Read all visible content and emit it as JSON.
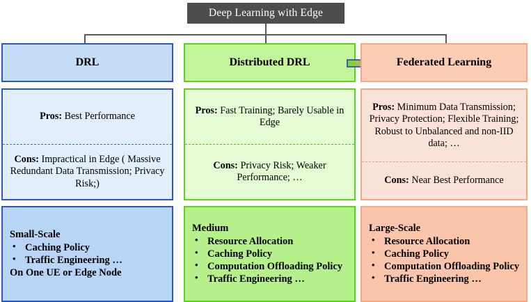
{
  "diagram": {
    "root": {
      "label": "Deep Learning with Edge",
      "fill": "#4d4d4d",
      "text_color": "#ffffff"
    },
    "connector_color": "#595959",
    "arrow": {
      "name": "transition-arrow",
      "from": "Distributed DRL",
      "to": "Federated Learning",
      "outline_color": "#2b4fd6",
      "gradient_from": "#6ee016",
      "gradient_to": "#d6a863"
    },
    "columns": [
      {
        "id": "drl",
        "title": "DRL",
        "accent": "#2b57c4",
        "fill_title": "#c5dcf7",
        "fill_body": "#e2eefb",
        "fill_scale": "#b8d5f5",
        "pros_label": "Pros:",
        "pros_text": " Best Performance",
        "cons_label": "Cons:",
        "cons_text": " Impractical in Edge ( Massive Redundant Data Transmission; Privacy Risk;)",
        "scale_head": "Small-Scale",
        "scale_items": [
          "Caching Policy",
          "Traffic Engineering …"
        ],
        "scale_foot": "On One UE or Edge Node"
      },
      {
        "id": "distributed-drl",
        "title": "Distributed DRL",
        "accent": "#5cd21a",
        "fill_title": "#c3f39a",
        "fill_body": "#e4fbd4",
        "fill_scale": "#b5f08b",
        "pros_label": "Pros:",
        "pros_text": " Fast Training; Barely Usable in Edge",
        "cons_label": "Cons:",
        "cons_text": " Privacy Risk; Weaker Performance;  …",
        "scale_head": "Medium",
        "scale_items": [
          "Resource Allocation",
          "Caching Policy",
          "Computation Offloading Policy",
          "Traffic Engineering …"
        ],
        "scale_foot": ""
      },
      {
        "id": "federated-learning",
        "title": "Federated Learning",
        "accent": "#f3a883",
        "fill_title": "#fbcdb4",
        "fill_body": "#fbe2d8",
        "fill_scale": "#fac5ab",
        "pros_label": "Pros:",
        "pros_text": " Minimum Data Transmission; Privacy Protection; Flexible Training; Robust to Unbalanced and non-IID data; …",
        "cons_label": "Cons:",
        "cons_text": " Near Best Performance",
        "scale_head": "Large-Scale",
        "scale_items": [
          "Resource Allocation",
          "Caching Policy",
          "Computation Offloading Policy",
          "Traffic Engineering …"
        ],
        "scale_foot": ""
      }
    ]
  }
}
